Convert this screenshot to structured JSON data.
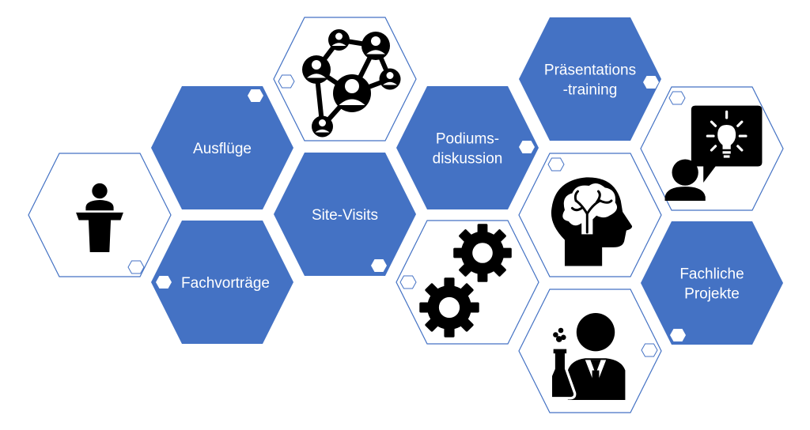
{
  "diagram": {
    "colors": {
      "fill": "#4472C4",
      "outline": "#4472C4",
      "icon": "#000000",
      "text": "#ffffff"
    },
    "tiles": [
      {
        "id": "podium",
        "kind": "icon",
        "icon": "lectern-speaker-icon",
        "label": ""
      },
      {
        "id": "ausfluege",
        "kind": "text",
        "lines": [
          "Ausflüge"
        ]
      },
      {
        "id": "network",
        "kind": "icon",
        "icon": "people-network-icon",
        "label": ""
      },
      {
        "id": "fachvortraege",
        "kind": "text",
        "lines": [
          "Fachvorträge"
        ]
      },
      {
        "id": "site-visits",
        "kind": "text",
        "lines": [
          "Site-Visits"
        ]
      },
      {
        "id": "podiumsdiskussion",
        "kind": "text",
        "lines": [
          "Podiums-",
          "diskussion"
        ]
      },
      {
        "id": "gears",
        "kind": "icon",
        "icon": "gears-icon",
        "label": ""
      },
      {
        "id": "praesentationstraining",
        "kind": "text",
        "lines": [
          "Präsentations",
          "-training"
        ]
      },
      {
        "id": "brain",
        "kind": "icon",
        "icon": "head-brain-icon",
        "label": ""
      },
      {
        "id": "scientist",
        "kind": "icon",
        "icon": "scientist-flask-icon",
        "label": ""
      },
      {
        "id": "idea",
        "kind": "icon",
        "icon": "person-idea-bubble-icon",
        "label": ""
      },
      {
        "id": "fachliche-projekte",
        "kind": "text",
        "lines": [
          "Fachliche",
          "Projekte"
        ]
      }
    ]
  }
}
